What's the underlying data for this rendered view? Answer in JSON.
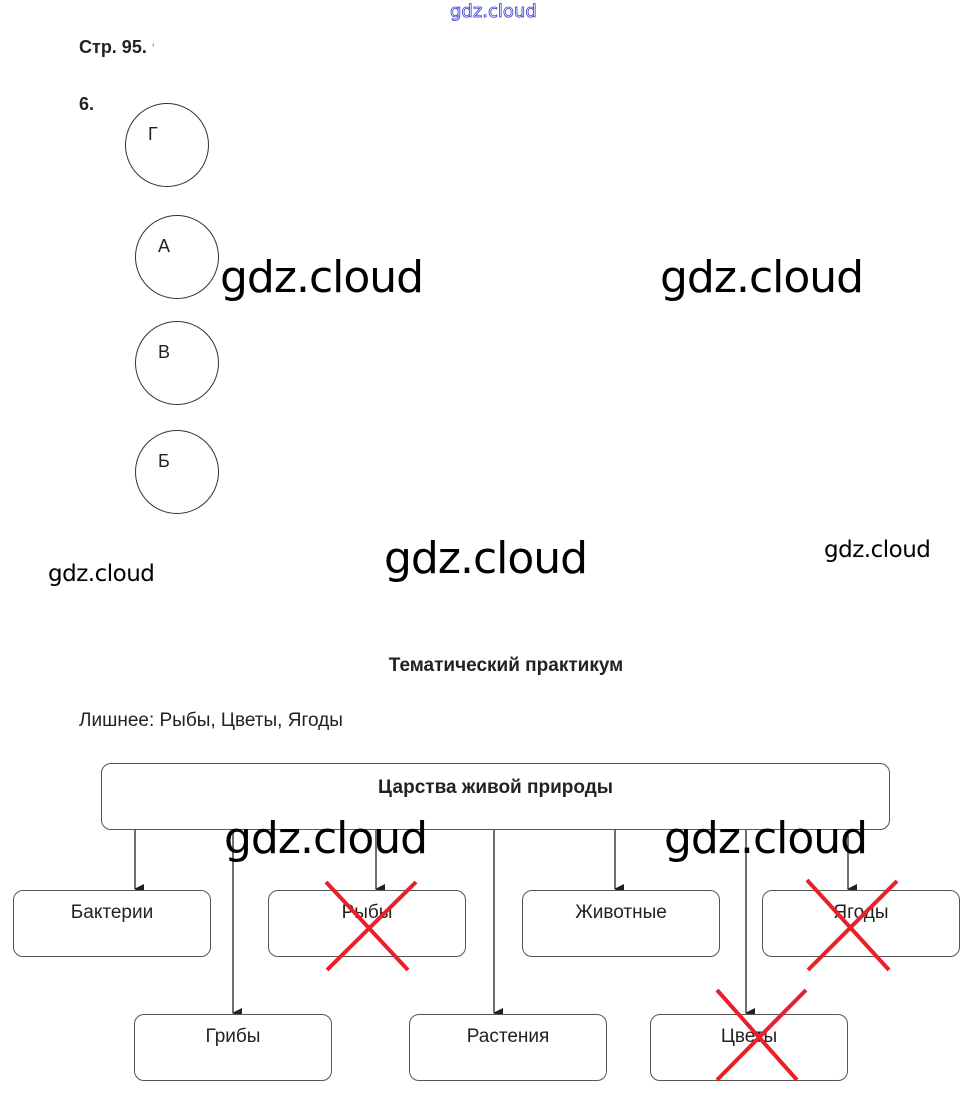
{
  "watermark": "gdz.cloud",
  "page_ref": "Стр. 95.",
  "page_ref_trail": "'",
  "task_number": "6.",
  "circles": [
    {
      "letter": "Г"
    },
    {
      "letter": "А"
    },
    {
      "letter": "В"
    },
    {
      "letter": "Б"
    }
  ],
  "section_title": "Тематический практикум",
  "extra_line": "Лишнее: Рыбы, Цветы, Ягоды",
  "diagram": {
    "root": "Царства живой природы",
    "nodes": [
      {
        "label": "Бактерии",
        "crossed": false
      },
      {
        "label": "Рыбы",
        "crossed": true
      },
      {
        "label": "Животные",
        "crossed": false
      },
      {
        "label": "Ягоды",
        "crossed": true
      },
      {
        "label": "Грибы",
        "crossed": false
      },
      {
        "label": "Растения",
        "crossed": false
      },
      {
        "label": "Цветы",
        "crossed": true
      }
    ],
    "cross_color": "#e8202a"
  }
}
